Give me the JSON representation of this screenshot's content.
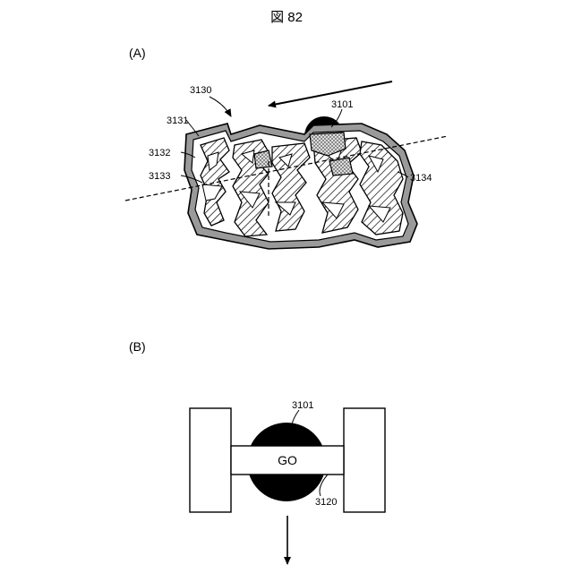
{
  "figure": {
    "title": "図 82"
  },
  "panel_a": {
    "label": "(A)",
    "refs": {
      "r3130": "3130",
      "r3131": "3131",
      "r3132": "3132",
      "r3133": "3133",
      "r3101": "3101",
      "r3134": "3134"
    }
  },
  "panel_b": {
    "label": "(B)",
    "go_text": "GO",
    "refs": {
      "r3101": "3101",
      "r3120": "3120"
    }
  }
}
